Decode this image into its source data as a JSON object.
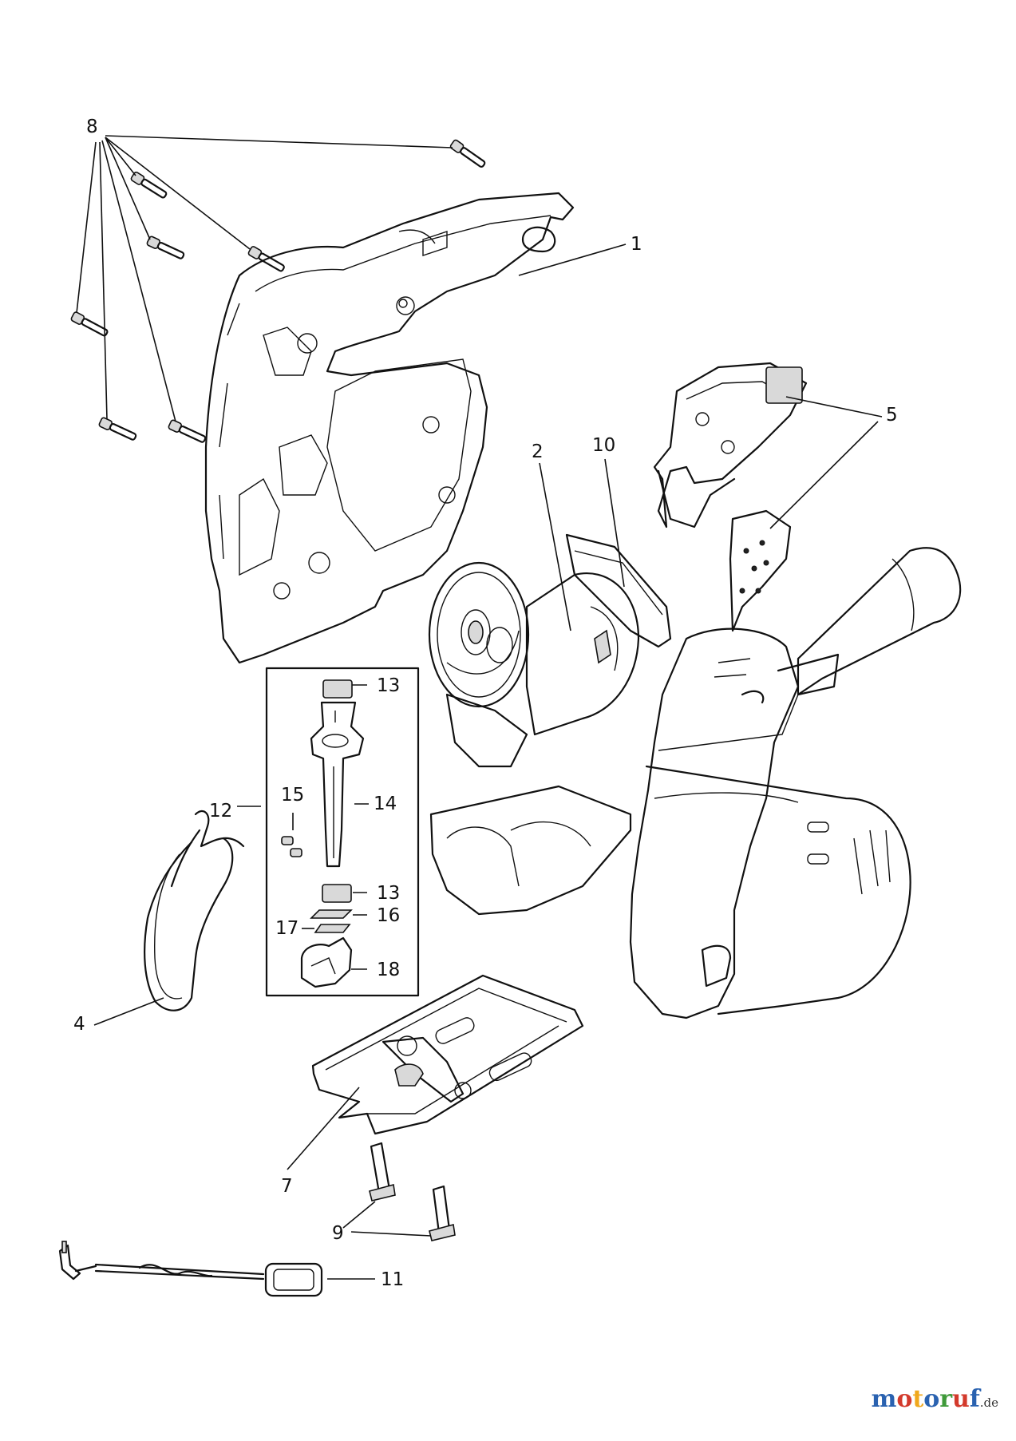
{
  "diagram": {
    "callouts": [
      {
        "id": "1"
      },
      {
        "id": "2"
      },
      {
        "id": "4"
      },
      {
        "id": "5"
      },
      {
        "id": "7"
      },
      {
        "id": "8"
      },
      {
        "id": "9"
      },
      {
        "id": "10"
      },
      {
        "id": "11"
      },
      {
        "id": "12"
      },
      {
        "id": "13a",
        "text": "13"
      },
      {
        "id": "13b",
        "text": "13"
      },
      {
        "id": "14"
      },
      {
        "id": "15"
      },
      {
        "id": "16"
      },
      {
        "id": "17"
      },
      {
        "id": "18"
      }
    ],
    "labels": {
      "l1": "1",
      "l2": "2",
      "l4": "4",
      "l5": "5",
      "l7": "7",
      "l8": "8",
      "l9": "9",
      "l10": "10",
      "l11": "11",
      "l12": "12",
      "l13a": "13",
      "l13b": "13",
      "l14": "14",
      "l15": "15",
      "l16": "16",
      "l17": "17",
      "l18": "18"
    }
  },
  "watermark": {
    "letters": [
      "m",
      "o",
      "t",
      "o",
      "r",
      "u",
      "f"
    ],
    "colors": [
      "#2a62b0",
      "#d33a2c",
      "#f0a81c",
      "#2a62b0",
      "#3f9a3a",
      "#d33a2c",
      "#2a62b0"
    ],
    "suffix": ".de"
  }
}
